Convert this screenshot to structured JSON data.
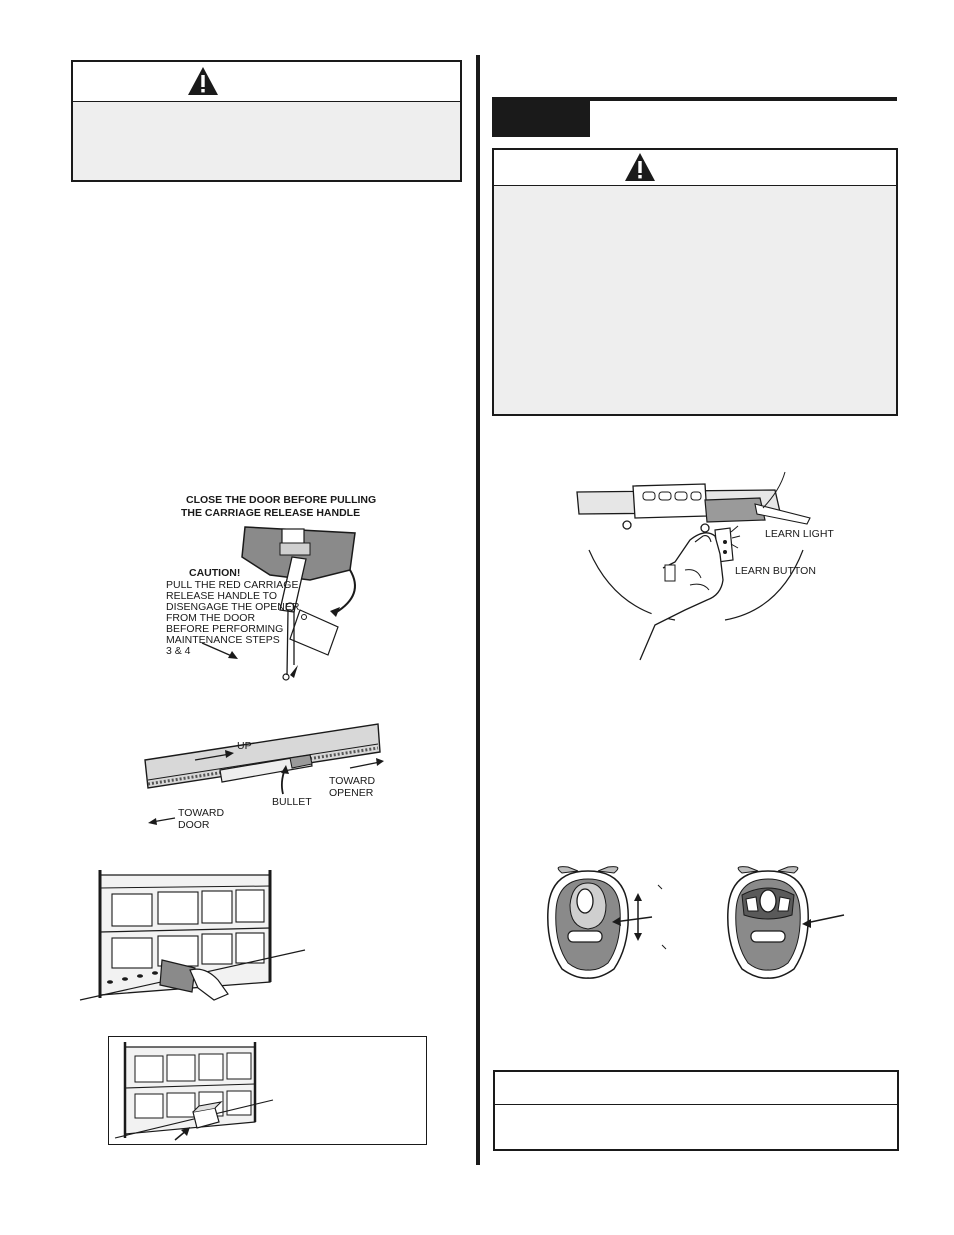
{
  "figure_carriage": {
    "instruction_line1": "CLOSE THE DOOR BEFORE PULLING",
    "instruction_line2": "THE CARRIAGE RELEASE HANDLE",
    "caution_title": "CAUTION!",
    "caution_lines": [
      "PULL THE RED CARRIAGE",
      "RELEASE HANDLE TO",
      "DISENGAGE THE OPENER",
      "FROM THE DOOR",
      "BEFORE PERFORMING",
      "MAINTENANCE STEPS",
      "3 & 4"
    ]
  },
  "figure_rail": {
    "up_label": "UP",
    "toward_door_line1": "TOWARD",
    "toward_door_line2": "DOOR",
    "toward_opener_line1": "TOWARD",
    "toward_opener_line2": "OPENER",
    "bullet_label": "BULLET"
  },
  "figure_learn": {
    "learn_light_label": "LEARN LIGHT",
    "learn_button_label": "LEARN BUTTON"
  }
}
